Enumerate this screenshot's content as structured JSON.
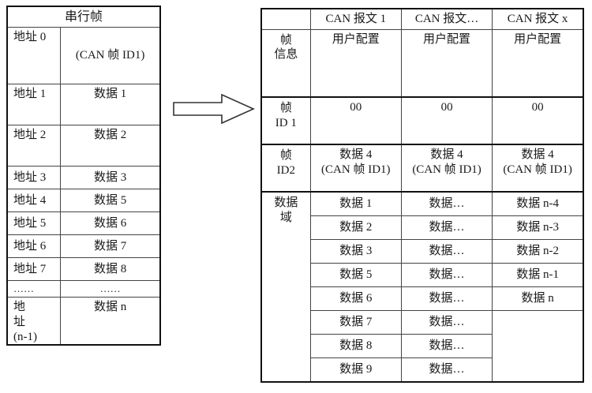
{
  "colors": {
    "blue_text": "#3333cc",
    "red_text": "#e8582a",
    "border": "#111111",
    "grid": "#444444"
  },
  "diagram": {
    "title": "",
    "arrow": {
      "name": "right-block-arrow",
      "direction": "right"
    }
  },
  "serial_frame_table": {
    "title": "串行帧",
    "rows": [
      {
        "address": "地址 0",
        "data": "(CAN 帧 ID1)",
        "data_color": "red",
        "tall": true
      },
      {
        "address": "地址 1",
        "data": "数据 1",
        "data_color": "blue",
        "tall": true
      },
      {
        "address": "地址 2",
        "data": "数据 2",
        "data_color": "blue",
        "tall": true
      },
      {
        "address": "地址 3",
        "data": "数据 3",
        "data_color": "blue",
        "tall": false
      },
      {
        "address": "地址 4",
        "data": "数据 5",
        "data_color": "blue",
        "tall": false
      },
      {
        "address": "地址 5",
        "data": "数据 6",
        "data_color": "blue",
        "tall": false
      },
      {
        "address": "地址 6",
        "data": "数据 7",
        "data_color": "blue",
        "tall": false
      },
      {
        "address": "地址 7",
        "data": "数据 8",
        "data_color": "blue",
        "tall": false
      },
      {
        "address": "……",
        "data": "……",
        "data_color": "none",
        "tall": false
      },
      {
        "address_line1": "地  址",
        "address_line2": "(n-1)",
        "data": "数据 n",
        "data_color": "blue",
        "tall": true
      }
    ]
  },
  "can_message_table": {
    "corner": "",
    "columns": [
      "CAN 报文 1",
      "CAN 报文…",
      "CAN 报文 x"
    ],
    "sections": [
      {
        "label_line1": "帧",
        "label_line2": "信息",
        "cells": [
          "用户配置",
          "用户配置",
          "用户配置"
        ],
        "color": "black"
      },
      {
        "label_line1": "帧",
        "label_line2": "ID 1",
        "cells": [
          "00",
          "00",
          "00"
        ],
        "color": "black"
      },
      {
        "label_line1": "帧",
        "label_line2": "ID2",
        "cells_line1": [
          "数据 4",
          "数据 4",
          "数据 4"
        ],
        "cells_line2": [
          "(CAN 帧 ID1)",
          "(CAN 帧 ID1)",
          "(CAN 帧 ID1)"
        ],
        "color": "red"
      }
    ],
    "data_field": {
      "label_line1": "数据",
      "label_line2": "域",
      "rows": [
        [
          "数据 1",
          "数据…",
          "数据 n-4"
        ],
        [
          "数据 2",
          "数据…",
          "数据 n-3"
        ],
        [
          "数据 3",
          "数据…",
          "数据 n-2"
        ],
        [
          "数据 5",
          "数据…",
          "数据 n-1"
        ],
        [
          "数据 6",
          "数据…",
          "数据 n"
        ],
        [
          "数据 7",
          "数据…",
          ""
        ],
        [
          "数据 8",
          "数据…",
          ""
        ],
        [
          "数据 9",
          "数据…",
          ""
        ]
      ],
      "color": "blue"
    }
  }
}
